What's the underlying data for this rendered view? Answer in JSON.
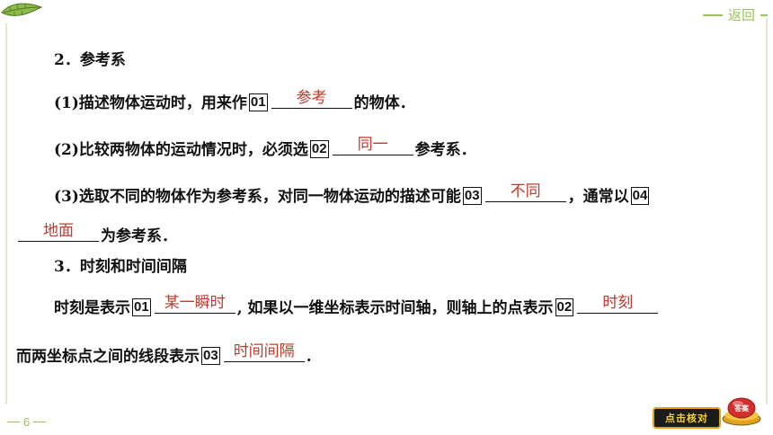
{
  "header": {
    "back_label": "返回"
  },
  "section2": {
    "heading": "2．参考系",
    "item1": {
      "before": "(1)描述物体运动时，用来作",
      "num": "01",
      "answer": "参考",
      "after": "的物体．"
    },
    "item2": {
      "before": "(2)比较两物体的运动情况时，必须选",
      "num": "02",
      "answer": "同一",
      "after": "参考系．"
    },
    "item3": {
      "before": "(3)选取不同的物体作为参考系，对同一物体运动的描述可能",
      "num1": "03",
      "answer1": "不同",
      "middle": "，通常以",
      "num2": "04",
      "answer2": "地面",
      "after": "为参考系．"
    }
  },
  "section3": {
    "heading": "3．时刻和时间间隔",
    "line1": {
      "before": "时刻是表示",
      "num1": "01",
      "answer1": "某一瞬时",
      "middle": ", 如果以一维坐标表示时间轴，则轴上的点表示",
      "num2": "02",
      "answer2": "时刻"
    },
    "line2": {
      "before": "而两坐标点之间的线段表示",
      "num": "03",
      "answer": "时间间隔",
      "after": "."
    }
  },
  "footer": {
    "page_number": "6",
    "check_button": "点击核对",
    "answer_badge": "答案"
  },
  "colors": {
    "accent": "#9cc25a",
    "answer_text": "#c0392b"
  }
}
